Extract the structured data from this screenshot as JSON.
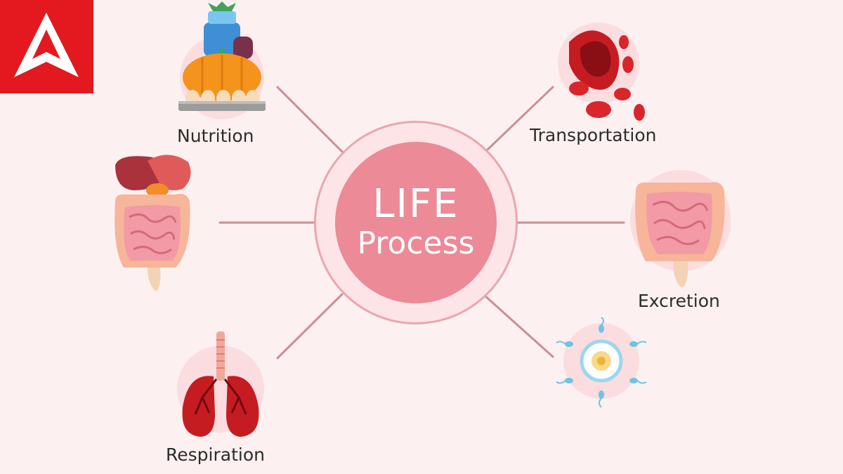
{
  "brand": {
    "logo_icon": "adda-a-logo-icon",
    "color": "#e3191f"
  },
  "hub": {
    "line1": "LIFE",
    "line2": "Process",
    "outer_color": "#fde4e6",
    "inner_color": "#ec8a97"
  },
  "processes": {
    "nutrition": {
      "label": "Nutrition",
      "icon": "food-icon"
    },
    "transportation": {
      "label": "Transportation",
      "icon": "blood-cells-icon"
    },
    "digestion": {
      "icon": "digestive-system-icon"
    },
    "excretion": {
      "label": "Excretion",
      "icon": "intestine-icon"
    },
    "respiration": {
      "label": "Respiration",
      "icon": "lungs-icon"
    },
    "reproduction": {
      "icon": "sperm-egg-icon"
    }
  },
  "connector_color": "#c98f95"
}
